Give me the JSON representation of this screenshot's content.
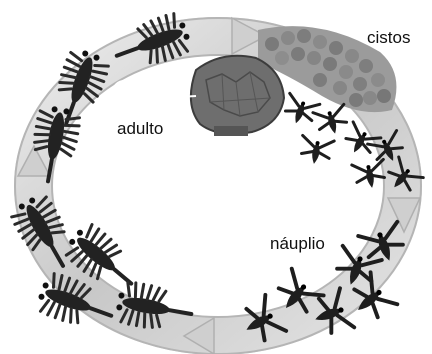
{
  "labels": {
    "cistos": "cistos",
    "adulto": "adulto",
    "nauplio": "náuplio"
  },
  "colors": {
    "ring_light": "#d9d9d9",
    "ring_mid": "#b9b9b9",
    "animal_dark": "#1e1e1e",
    "cyst_gray": "#8a8a8a",
    "mass_gray": "#6d6d6d"
  }
}
